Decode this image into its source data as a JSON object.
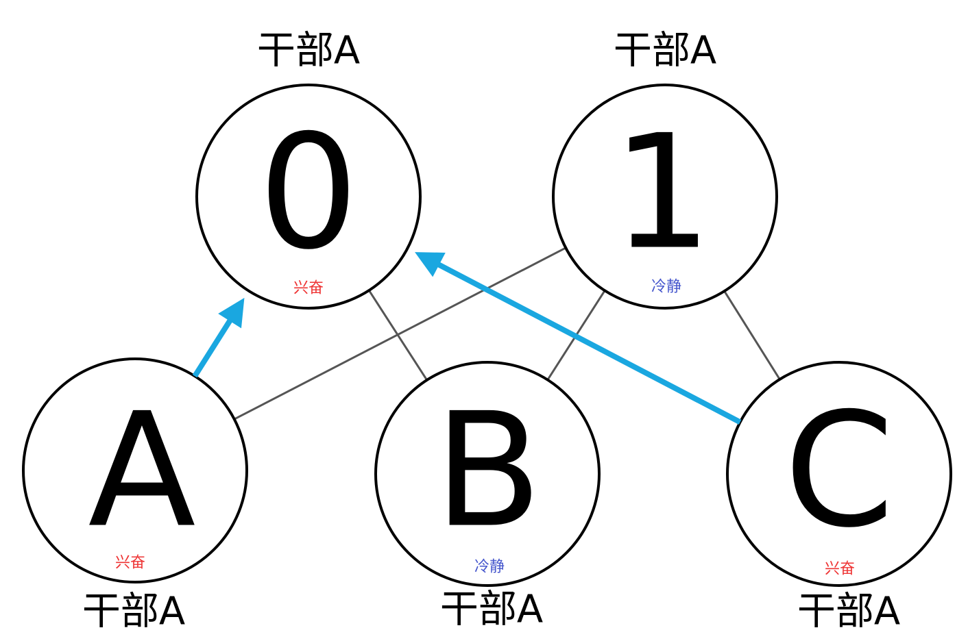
{
  "colors": {
    "excited": "#ee3333",
    "calm": "#4455cc",
    "arrow": "#1aa7e0",
    "edge": "#555555"
  },
  "nodes": {
    "zero": {
      "letter": "0",
      "state": "兴奋",
      "state_kind": "excited",
      "role": "干部A"
    },
    "one": {
      "letter": "1",
      "state": "冷静",
      "state_kind": "calm",
      "role": "干部A"
    },
    "a": {
      "letter": "A",
      "state": "兴奋",
      "state_kind": "excited",
      "role": "干部A"
    },
    "b": {
      "letter": "B",
      "state": "冷静",
      "state_kind": "calm",
      "role": "干部A"
    },
    "c": {
      "letter": "C",
      "state": "兴奋",
      "state_kind": "excited",
      "role": "干部A"
    }
  },
  "edges": [
    {
      "from": "zero",
      "to": "b"
    },
    {
      "from": "one",
      "to": "a"
    },
    {
      "from": "one",
      "to": "b"
    },
    {
      "from": "one",
      "to": "c"
    }
  ],
  "arrows": [
    {
      "from": "a",
      "to": "zero"
    },
    {
      "from": "c",
      "to": "zero"
    }
  ]
}
